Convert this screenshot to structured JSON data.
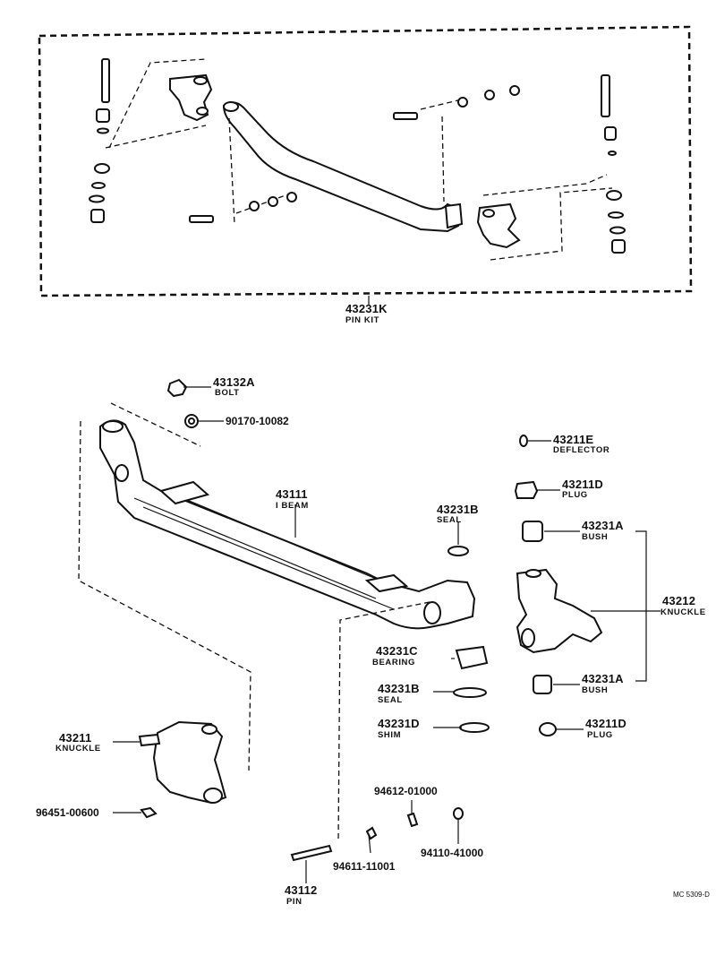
{
  "diagram": {
    "code": "MC 5309-D",
    "pin_kit": {
      "part": "43231K",
      "name": "PIN KIT"
    },
    "parts": {
      "bolt": {
        "part": "43132A",
        "name": "BOLT"
      },
      "nut_top": {
        "part": "90170-10082"
      },
      "i_beam": {
        "part": "43111",
        "name": "I BEAM"
      },
      "seal_b_top": {
        "part": "43231B",
        "name": "SEAL"
      },
      "deflector": {
        "part": "43211E",
        "name": "DEFLECTOR"
      },
      "plug_top": {
        "part": "43211D",
        "name": "PLUG"
      },
      "bush_top": {
        "part": "43231A",
        "name": "BUSH"
      },
      "knuckle_r": {
        "part": "43212",
        "name": "KNUCKLE"
      },
      "bearing": {
        "part": "43231C",
        "name": "BEARING"
      },
      "seal_b_low": {
        "part": "43231B",
        "name": "SEAL"
      },
      "bush_low": {
        "part": "43231A",
        "name": "BUSH"
      },
      "shim": {
        "part": "43231D",
        "name": "SHIM"
      },
      "plug_low": {
        "part": "43211D",
        "name": "PLUG"
      },
      "knuckle_l": {
        "part": "43211",
        "name": "KNUCKLE"
      },
      "grease_fit": {
        "part": "96451-00600"
      },
      "washer": {
        "part": "94612-01000"
      },
      "nut_low": {
        "part": "94110-41000"
      },
      "lock_washer": {
        "part": "94611-11001"
      },
      "pin": {
        "part": "43112",
        "name": "PIN"
      }
    }
  }
}
